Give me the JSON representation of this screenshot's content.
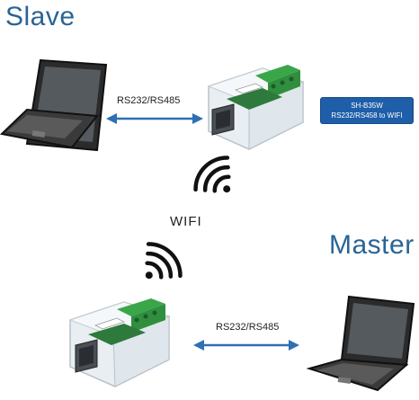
{
  "slave_title": "Slave",
  "master_title": "Master",
  "slave_link_label": "RS232/RS485",
  "master_link_label": "RS232/RS485",
  "wifi_label": "WIFI",
  "model_box": {
    "line1": "SH-B35W",
    "line2": "RS232/RS458 to WIFI"
  },
  "colors": {
    "title": "#2a6496",
    "arrow": "#2f6fb3",
    "model_box": "#1f5ea8"
  },
  "icons": [
    "laptop-icon",
    "serial-module-icon",
    "wifi-icon",
    "double-arrow-icon"
  ]
}
